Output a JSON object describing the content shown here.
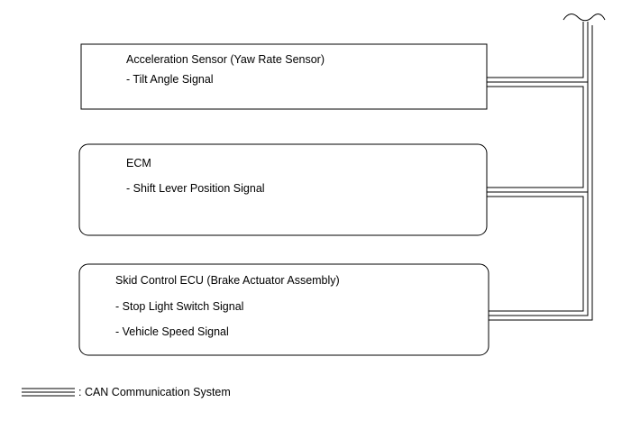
{
  "components": [
    {
      "name": "Acceleration Sensor (Yaw Rate Sensor)",
      "signals": [
        "- Tilt Angle Signal"
      ]
    },
    {
      "name": "ECM",
      "signals": [
        "- Shift Lever Position Signal"
      ]
    },
    {
      "name": "Skid Control ECU (Brake Actuator Assembly)",
      "signals": [
        "- Stop Light Switch Signal",
        "- Vehicle Speed Signal"
      ]
    }
  ],
  "legend": {
    "label": ": CAN Communication System"
  },
  "colors": {
    "line": "#000000",
    "background": "#ffffff"
  }
}
